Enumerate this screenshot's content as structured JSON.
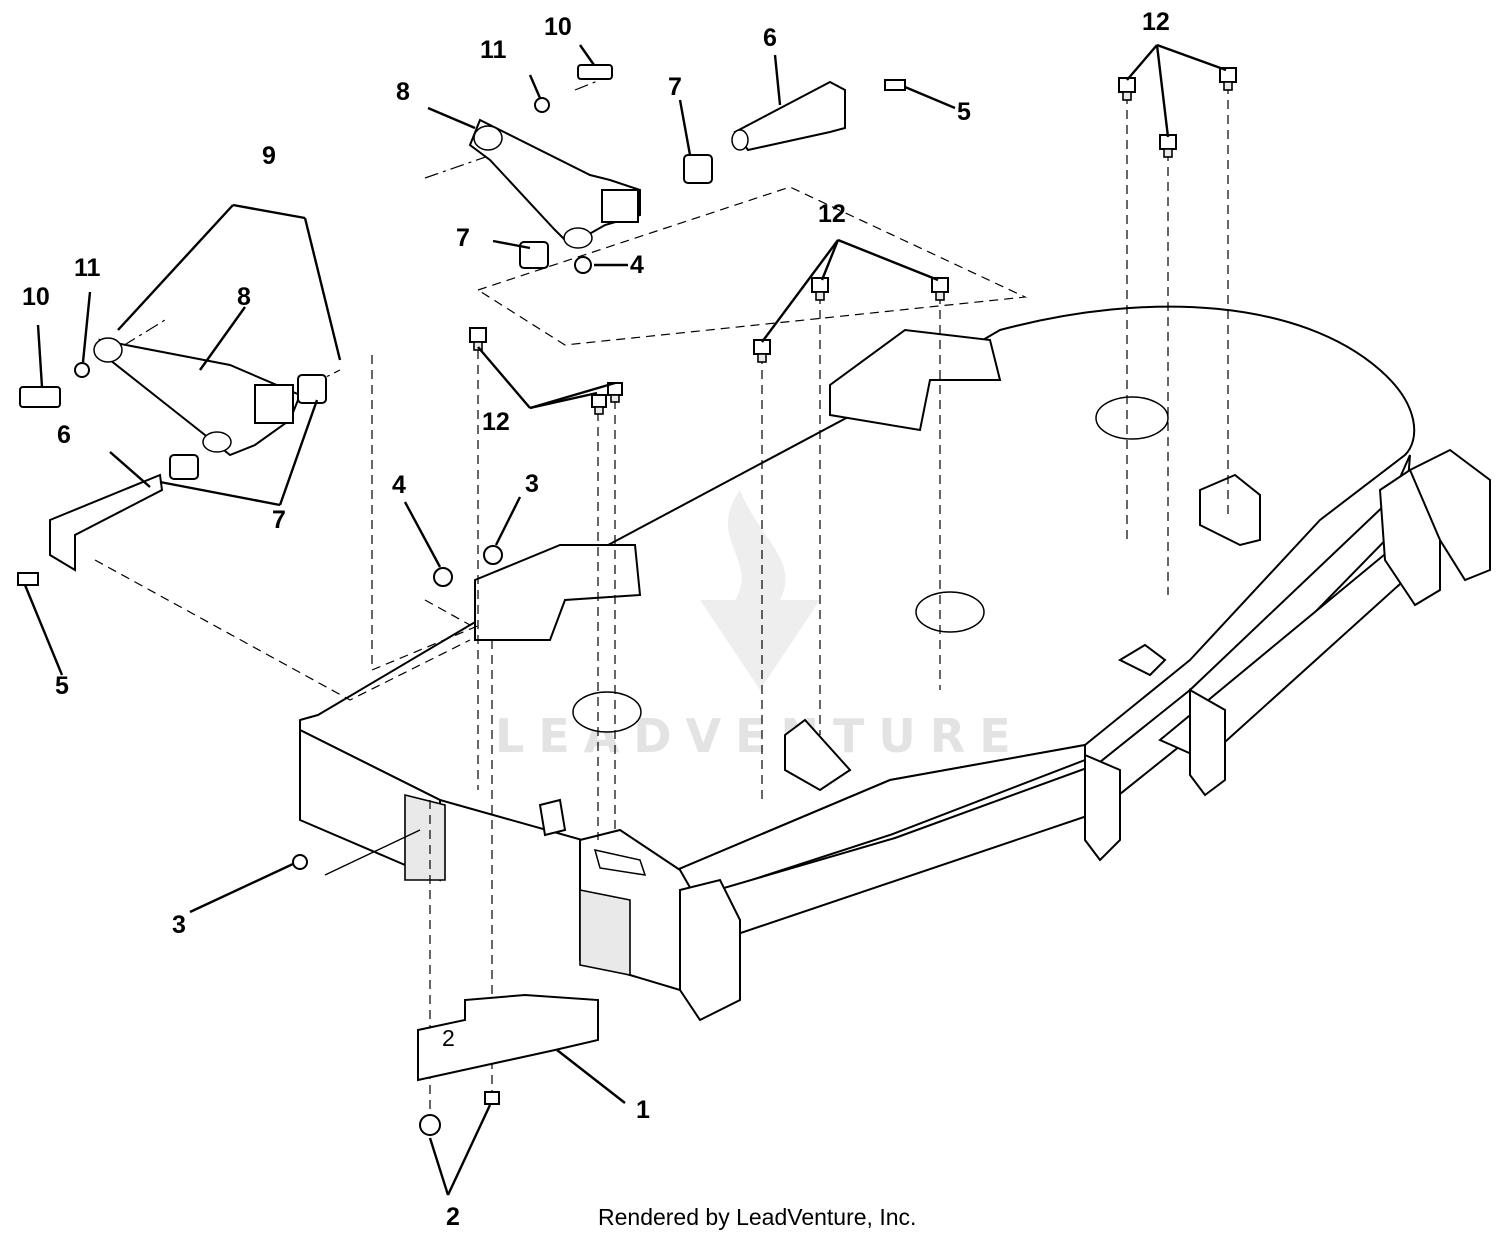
{
  "callouts": {
    "c1": "1",
    "c2": "2",
    "c3a": "3",
    "c3b": "3",
    "c4a": "4",
    "c4b": "4",
    "c5a": "5",
    "c5b": "5",
    "c6a": "6",
    "c6b": "6",
    "c7a": "7",
    "c7b": "7",
    "c7c": "7",
    "c8a": "8",
    "c8b": "8",
    "c9": "9",
    "c10a": "10",
    "c10b": "10",
    "c11a": "11",
    "c11b": "11",
    "c12a": "12",
    "c12b": "12",
    "c12c": "12"
  },
  "decal_text": "2",
  "watermark": "LEADVENTURE",
  "footer": "Rendered by LeadVenture, Inc."
}
